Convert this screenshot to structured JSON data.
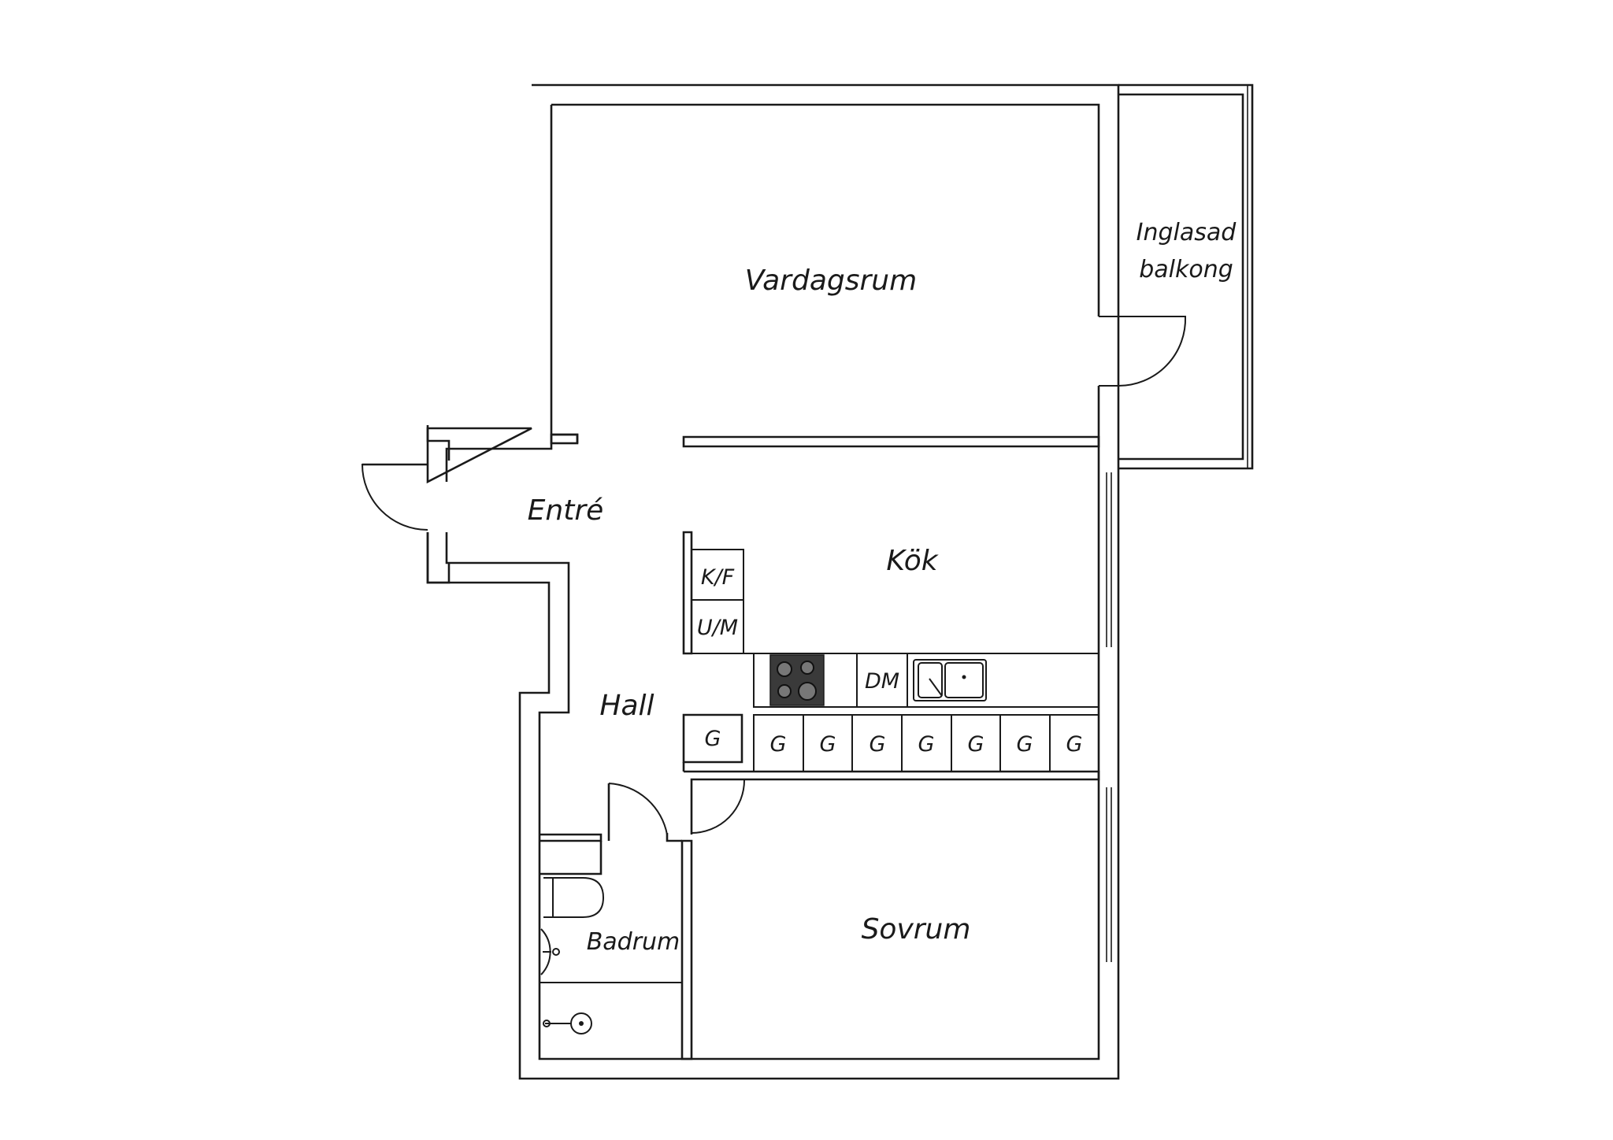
{
  "rooms": {
    "vardagsrum": "Vardagsrum",
    "balkong_line1": "Inglasad",
    "balkong_line2": "balkong",
    "entre": "Entré",
    "kok": "Kök",
    "hall": "Hall",
    "badrum": "Badrum",
    "sovrum": "Sovrum"
  },
  "fixtures": {
    "kf": "K/F",
    "um": "U/M",
    "dm": "DM",
    "wardrobe": "G"
  },
  "wardrobe_row": [
    "G",
    "G",
    "G",
    "G",
    "G",
    "G",
    "G"
  ]
}
